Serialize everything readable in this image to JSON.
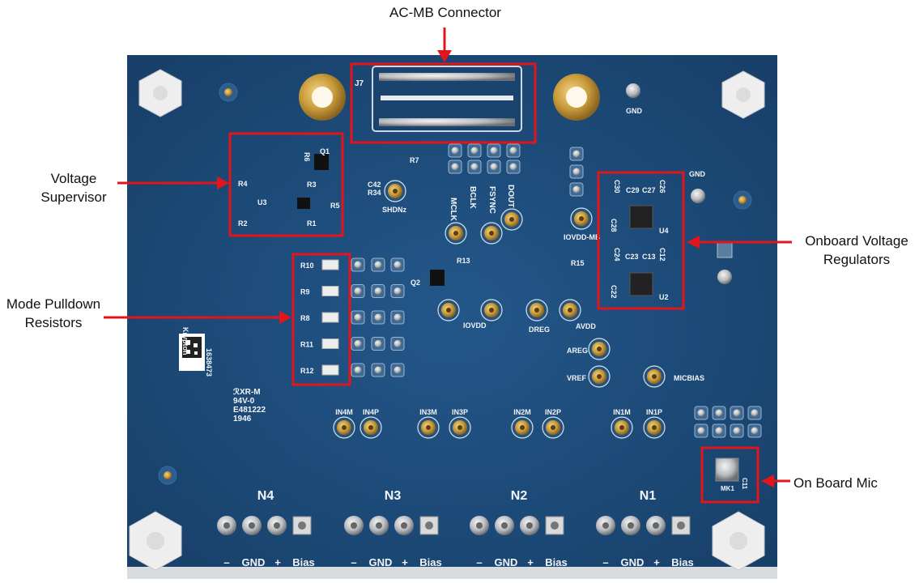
{
  "callouts": {
    "acmb": "AC-MB Connector",
    "voltage_supervisor": [
      "Voltage",
      "Supervisor"
    ],
    "mode_pulldown": [
      "Mode Pulldown",
      "Resistors"
    ],
    "onboard_regulators": [
      "Onboard Voltage",
      "Regulators"
    ],
    "onboard_mic": "On Board Mic"
  },
  "silkscreen": {
    "j7": "J7",
    "r7": "R7",
    "gnd": "GND",
    "shdnz": "SHDNz",
    "c42": "C42",
    "r34": "R34",
    "r6": "R6",
    "q1": "Q1",
    "r4": "R4",
    "r3": "R3",
    "u3": "U3",
    "r5": "R5",
    "r2": "R2",
    "r1": "R1",
    "r10": "R10",
    "r9": "R9",
    "r8": "R8",
    "r11": "R11",
    "r12": "R12",
    "r13": "R13",
    "q2": "Q2",
    "mclk": "MCLK",
    "bclk": "BCLK",
    "fsync": "FSYNC",
    "dout": "DOUT",
    "iovdd": "IOVDD",
    "iovdd_mb": "IOVDD-MB",
    "dreg": "DREG",
    "avdd": "AVDD",
    "areg": "AREG",
    "vref": "VREF",
    "micbias": "MICBIAS",
    "c30": "C30",
    "c29": "C29",
    "c27": "C27",
    "c26": "C26",
    "c28": "C28",
    "u4": "U4",
    "c24": "C24",
    "c23": "C23",
    "c13": "C13",
    "c12": "C12",
    "c22": "C22",
    "u2": "U2",
    "r15": "R15",
    "mk1": "MK1",
    "c11": "C11",
    "label_id": "1638473",
    "label_brand": "Krypton",
    "ul": [
      "ℛXR-M",
      "94V-0",
      "E481222",
      "1946"
    ],
    "pins": [
      "IN4M",
      "IN4P",
      "IN3M",
      "IN3P",
      "IN2M",
      "IN2P",
      "IN1M",
      "IN1P"
    ],
    "channels": [
      "N4",
      "N3",
      "N2",
      "N1"
    ],
    "terminal_labels": [
      "–",
      "GND",
      "+",
      "Bias"
    ]
  },
  "colors": {
    "board": "#1e4d7d",
    "callout_red": "#e3141b",
    "silk": "#f2f4f8",
    "gold": "#c89a3a"
  }
}
